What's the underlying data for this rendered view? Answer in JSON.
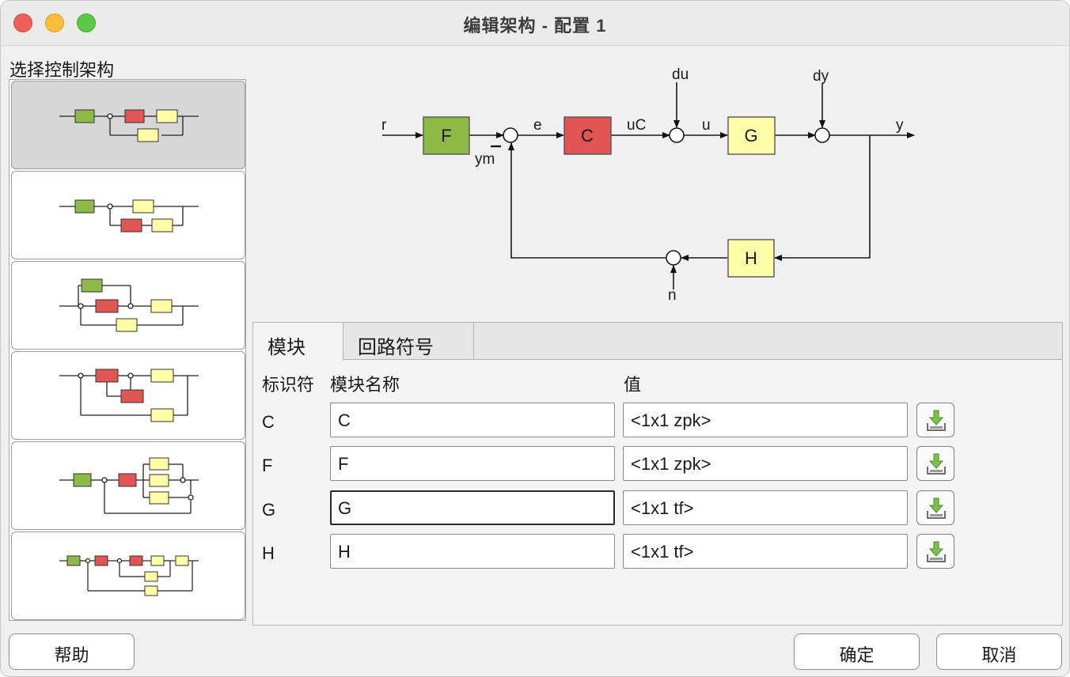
{
  "window": {
    "title": "编辑架构 - 配置 1"
  },
  "architecture_selector": {
    "label": "选择控制架构",
    "selected_index": 0
  },
  "diagram": {
    "blocks": {
      "F": "F",
      "C": "C",
      "G": "G",
      "H": "H"
    },
    "signals": {
      "r": "r",
      "e": "e",
      "uC": "uC",
      "du": "du",
      "u": "u",
      "dy": "dy",
      "y": "y",
      "ym": "ym",
      "n": "n"
    },
    "colors": {
      "F": "#8dba44",
      "C": "#e15554",
      "G": "#ffffa8",
      "H": "#ffffa8"
    }
  },
  "tabs": [
    {
      "label": "模块"
    },
    {
      "label": "回路符号"
    }
  ],
  "active_tab": 0,
  "table": {
    "headers": {
      "identifier": "标识符",
      "block_name": "模块名称",
      "value": "值"
    },
    "rows": [
      {
        "id": "C",
        "name": "C",
        "value": "<1x1 zpk>"
      },
      {
        "id": "F",
        "name": "F",
        "value": "<1x1 zpk>"
      },
      {
        "id": "G",
        "name": "G",
        "value": "<1x1 tf>"
      },
      {
        "id": "H",
        "name": "H",
        "value": "<1x1 tf>"
      }
    ],
    "import_icon": "import-arrow-icon"
  },
  "buttons": {
    "help": "帮助",
    "ok": "确定",
    "cancel": "取消"
  }
}
